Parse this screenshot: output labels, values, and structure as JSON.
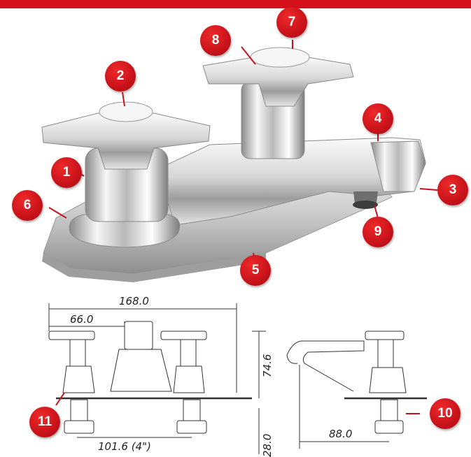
{
  "colors": {
    "accent_red": "#d6101a",
    "chrome_light": "#f2f2f2",
    "chrome_dark": "#7a7a7a"
  },
  "callouts": [
    {
      "id": "c1",
      "label": "1"
    },
    {
      "id": "c2",
      "label": "2"
    },
    {
      "id": "c3",
      "label": "3"
    },
    {
      "id": "c4",
      "label": "4"
    },
    {
      "id": "c5",
      "label": "5"
    },
    {
      "id": "c6",
      "label": "6"
    },
    {
      "id": "c7",
      "label": "7"
    },
    {
      "id": "c8",
      "label": "8"
    },
    {
      "id": "c9",
      "label": "9"
    },
    {
      "id": "c10",
      "label": "10"
    },
    {
      "id": "c11",
      "label": "11"
    }
  ],
  "dimensions": {
    "overall_width": "168.0",
    "handle_offset": "66.0",
    "body_height": "74.6",
    "center_spacing": "101.6 (4\")",
    "shank_length": "28.0",
    "spout_reach": "88.0"
  }
}
